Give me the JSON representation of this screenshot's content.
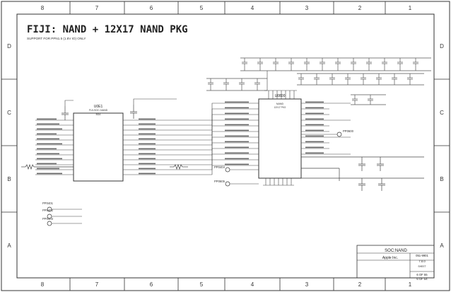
{
  "title": "FIJI: NAND + 12X17 NAND PKG",
  "subtitle": "SUPPORT FOR PPN1.5 (1.8V IO) ONLY",
  "grid": {
    "columns": [
      "8",
      "7",
      "6",
      "5",
      "4",
      "3",
      "2",
      "1"
    ],
    "rows": [
      "D",
      "C",
      "B",
      "A"
    ]
  },
  "chips": {
    "soc": {
      "ref": "U0E1",
      "line1": "FIJI-SOC-NAND",
      "line2": "BGA"
    },
    "nand": {
      "ref": "U0800",
      "line1": "NAND",
      "line2": "12X17 PKG"
    }
  },
  "test_points": {
    "tp1": "PP0401",
    "tp2": "PP0402",
    "tp3": "PP0403",
    "tp4": "PP0404",
    "tp5": "PP0600",
    "tp6": "PP0605"
  },
  "title_block": {
    "page_name": "SOC:NAND",
    "company": "Apple Inc.",
    "drawing_number": "051-9901",
    "revision": "7.0.0",
    "sheet_label": "SHEET",
    "sheet_a": "6 OF 55",
    "sheet_b": "6 OF 54"
  }
}
